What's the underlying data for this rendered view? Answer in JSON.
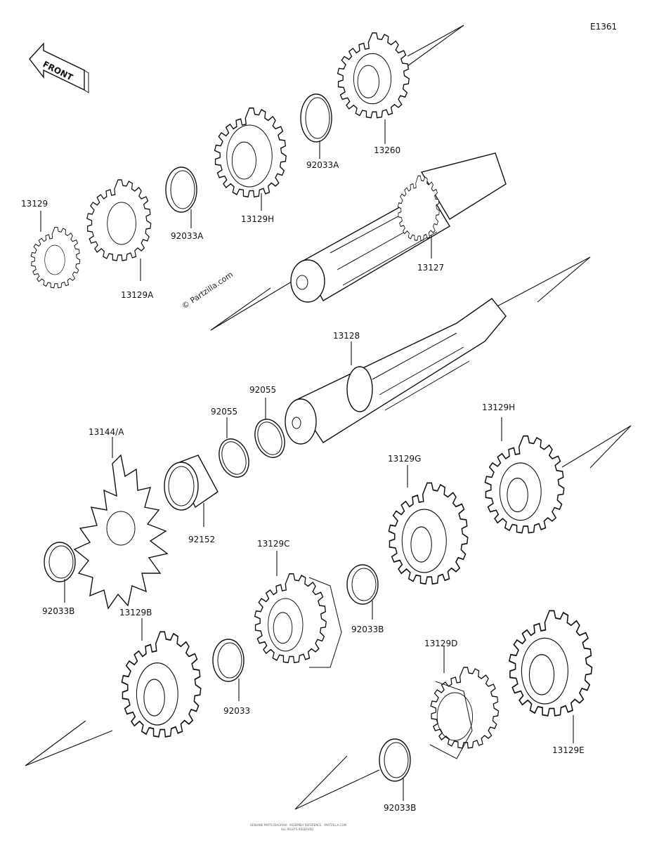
{
  "diagram_code": "E1361",
  "front_label": "FRONT",
  "watermark": "© Partzilla.com",
  "footer_lines": [
    "GENUINE PARTS DIAGRAM · ASSEMBLY REFERENCE · PARTZILLA.COM",
    "ALL RIGHTS RESERVED"
  ],
  "parts": {
    "p13260": "13260",
    "p92033A_top": "92033A",
    "p13129H_top": "13129H",
    "p92033A_mid": "92033A",
    "p13129": "13129",
    "p13129A": "13129A",
    "p13127": "13127",
    "p13128": "13128",
    "p92055_a": "92055",
    "p92055_b": "92055",
    "p13144A": "13144/A",
    "p92152": "92152",
    "p13129H_bot": "13129H",
    "p13129G_right": "13129G",
    "p13129C": "13129C",
    "p92033B_left": "92033B",
    "p92033B_mid": "92033B",
    "p13129B": "13129B",
    "p92033": "92033",
    "p13129D": "13129D",
    "p13129E": "13129E",
    "p92033B_bot": "92033B"
  }
}
